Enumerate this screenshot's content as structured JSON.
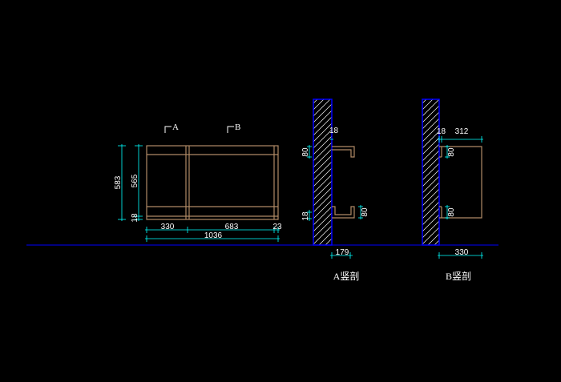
{
  "colors": {
    "background": "#000000",
    "cabinet": "#b08a66",
    "dimension": "#00ffff",
    "wall": "#0000ff",
    "hatch": "#ffffff",
    "text": "#ffffff",
    "ground": "#0000ff"
  },
  "section_markers": {
    "a": "A",
    "b": "B"
  },
  "front_view": {
    "dims": {
      "total_height": "583",
      "body_height": "565",
      "base_height": "18",
      "left_width": "330",
      "right_width": "683",
      "end_width": "23",
      "total_width": "1036"
    }
  },
  "section_a": {
    "title": "A竖剖",
    "dims": {
      "top_thickness": "18",
      "top_height": "80",
      "bottom_thickness": "18",
      "bottom_height": "80",
      "depth": "179"
    }
  },
  "section_b": {
    "title": "B竖剖",
    "dims": {
      "thickness": "18",
      "width": "312",
      "top_height": "80",
      "bottom_height": "80",
      "depth": "330"
    }
  }
}
